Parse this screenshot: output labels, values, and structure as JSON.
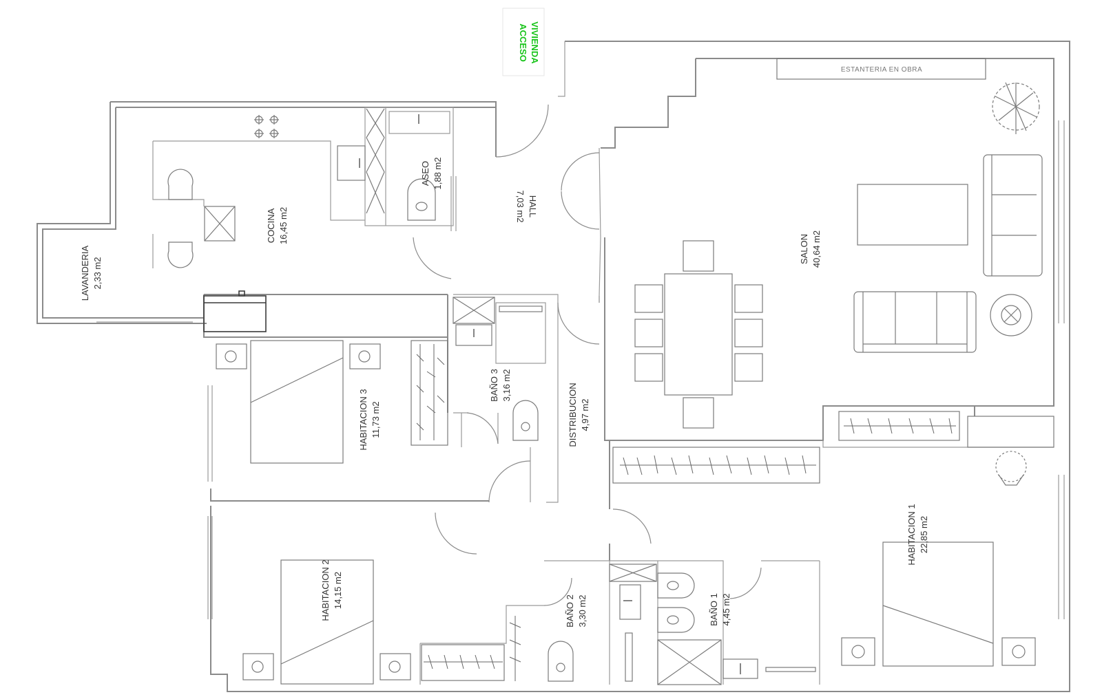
{
  "access": {
    "line1": "ACCESO",
    "line2": "VIVIENDA",
    "color": "#18c41a"
  },
  "shelf_label": "ESTANTERIA EN OBRA",
  "rooms": {
    "aseo": {
      "name": "ASEO",
      "area": "1,88 m2"
    },
    "cocina": {
      "name": "COCINA",
      "area": "16,45 m2"
    },
    "lavanderia": {
      "name": "LAVANDERIA",
      "area": "2,33 m2"
    },
    "hall": {
      "name": "HALL",
      "area": "7,03 m2"
    },
    "salon": {
      "name": "SALON",
      "area": "40,64 m2"
    },
    "bano3": {
      "name": "BAÑO 3",
      "area": "3,16 m2"
    },
    "habitacion3": {
      "name": "HABITACION 3",
      "area": "11,73 m2"
    },
    "distribucion": {
      "name": "DISTRIBUCION",
      "area": "4,97 m2"
    },
    "habitacion2": {
      "name": "HABITACION 2",
      "area": "14,15 m2"
    },
    "bano2": {
      "name": "BAÑO 2",
      "area": "3,30 m2"
    },
    "bano1": {
      "name": "BAÑO 1",
      "area": "4,45 m2"
    },
    "habitacion1": {
      "name": "HABITACION 1",
      "area": "22,85 m2"
    }
  }
}
